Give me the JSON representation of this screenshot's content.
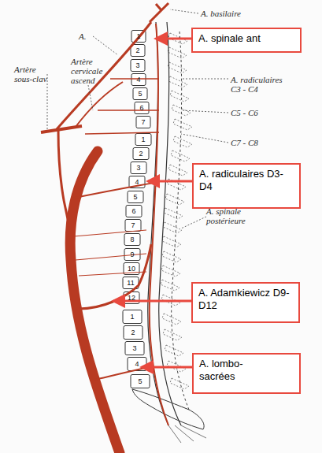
{
  "diagram": {
    "nodes": [
      {
        "text": [
          "A. spinale ant"
        ]
      },
      {
        "text": [
          "A. radiculaires D3-D4"
        ]
      },
      {
        "text": [
          "A. Adamkiewicz D9-D12"
        ]
      },
      {
        "text": [
          "A. lombo-sacrées"
        ]
      }
    ],
    "labels": [
      "A. basilaire",
      "A.",
      "Artère sous-clav",
      "Artère cervicale ascend",
      "A. radiculaires C3 - C4",
      "C5 - C6",
      "C7 - C8",
      "A. spinale postérieure",
      "1",
      "2",
      "3",
      "4",
      "5",
      "6",
      "7",
      "1",
      "2",
      "3",
      "4",
      "5",
      "6",
      "7",
      "8",
      "9",
      "10",
      "11",
      "12",
      "1",
      "2",
      "3",
      "4",
      "5"
    ]
  }
}
